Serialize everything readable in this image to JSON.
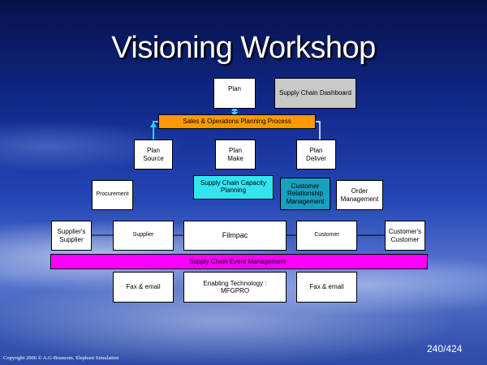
{
  "title": "Visioning Workshop",
  "nodes": {
    "plan": "Plan",
    "dashboard": "Supply Chain Dashboard",
    "sop": "Sales & Operations Planning Process",
    "plan_source": "Plan\nSource",
    "plan_make": "Plan\nMake",
    "plan_deliver": "Plan\nDeliver",
    "procurement": "Procurement",
    "capacity": "Supply Chain Capacity\nPlanning",
    "crm": "Customer\nRelationship\nManagement",
    "order_mgmt": "Order\nManagement",
    "suppliers_supplier": "Supplier's\nSupplier",
    "supplier": "Supplier",
    "filmpac": "Filmpac",
    "customer": "Customer",
    "customers_customer": "Customer's\nCustomer",
    "event_mgmt": "Supply Chain Event Management",
    "fax_left": "Fax & email",
    "enabling": "Enabling Technology :\nMFGPRO",
    "fax_right": "Fax & email"
  },
  "colors": {
    "sop_orange": "#FF9900",
    "capacity_cyan": "#33E5F0",
    "crm_blue": "#1A9FBF",
    "event_magenta": "#FF00FF",
    "arrow_cyan": "#33CCFF"
  },
  "footer": {
    "copyright": "Copyright 2006 © A.G-Brunsom, Elephant Simulation",
    "page": "240/424"
  }
}
